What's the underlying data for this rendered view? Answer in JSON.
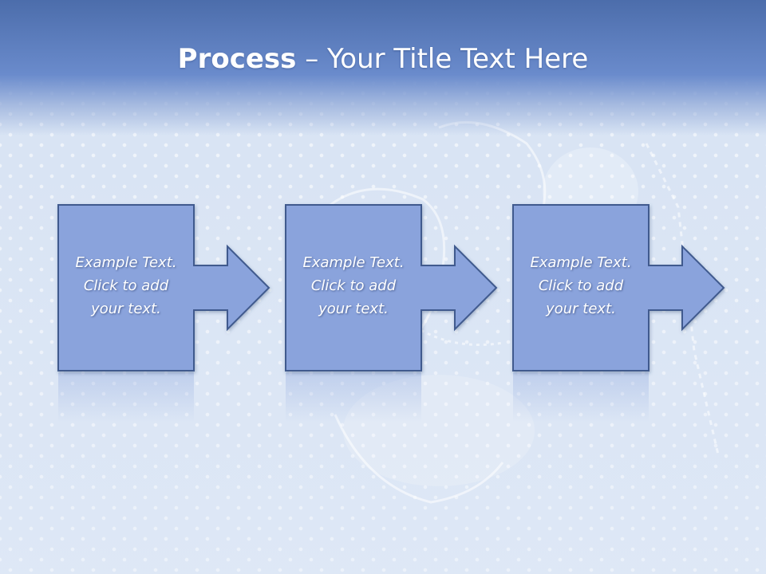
{
  "slide": {
    "title_bold": "Process",
    "title_dash": " – ",
    "title_rest": "Your Title Text Here"
  },
  "steps": [
    {
      "text": "Example Text.\nClick  to add\nyour text."
    },
    {
      "text": "Example Text.\nClick  to add\nyour text."
    },
    {
      "text": "Example Text.\nClick  to add\nyour text."
    }
  ],
  "colors": {
    "header": "#5b7bbd",
    "box_fill": "#8aa3dc",
    "box_stroke": "#3f5a8e",
    "background": "#d6e2f3"
  }
}
